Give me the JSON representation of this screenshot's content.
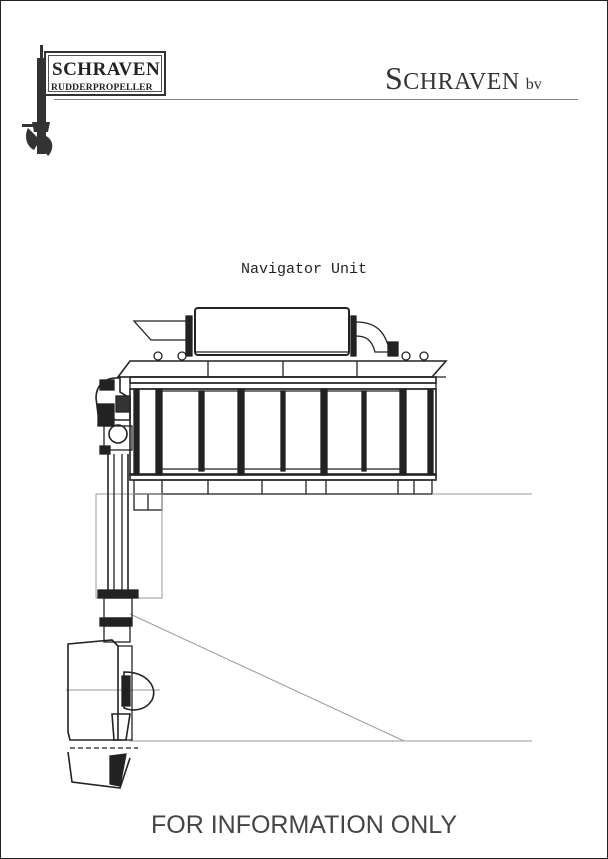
{
  "logo": {
    "word": "SCHRAVEN",
    "subtitle": "RUDDERPROPELLER"
  },
  "brand": {
    "name_initial": "S",
    "name_rest": "CHRAVEN",
    "suffix": "bv"
  },
  "drawing": {
    "title": "Navigator Unit"
  },
  "footer": {
    "disclaimer": "FOR INFORMATION ONLY"
  }
}
